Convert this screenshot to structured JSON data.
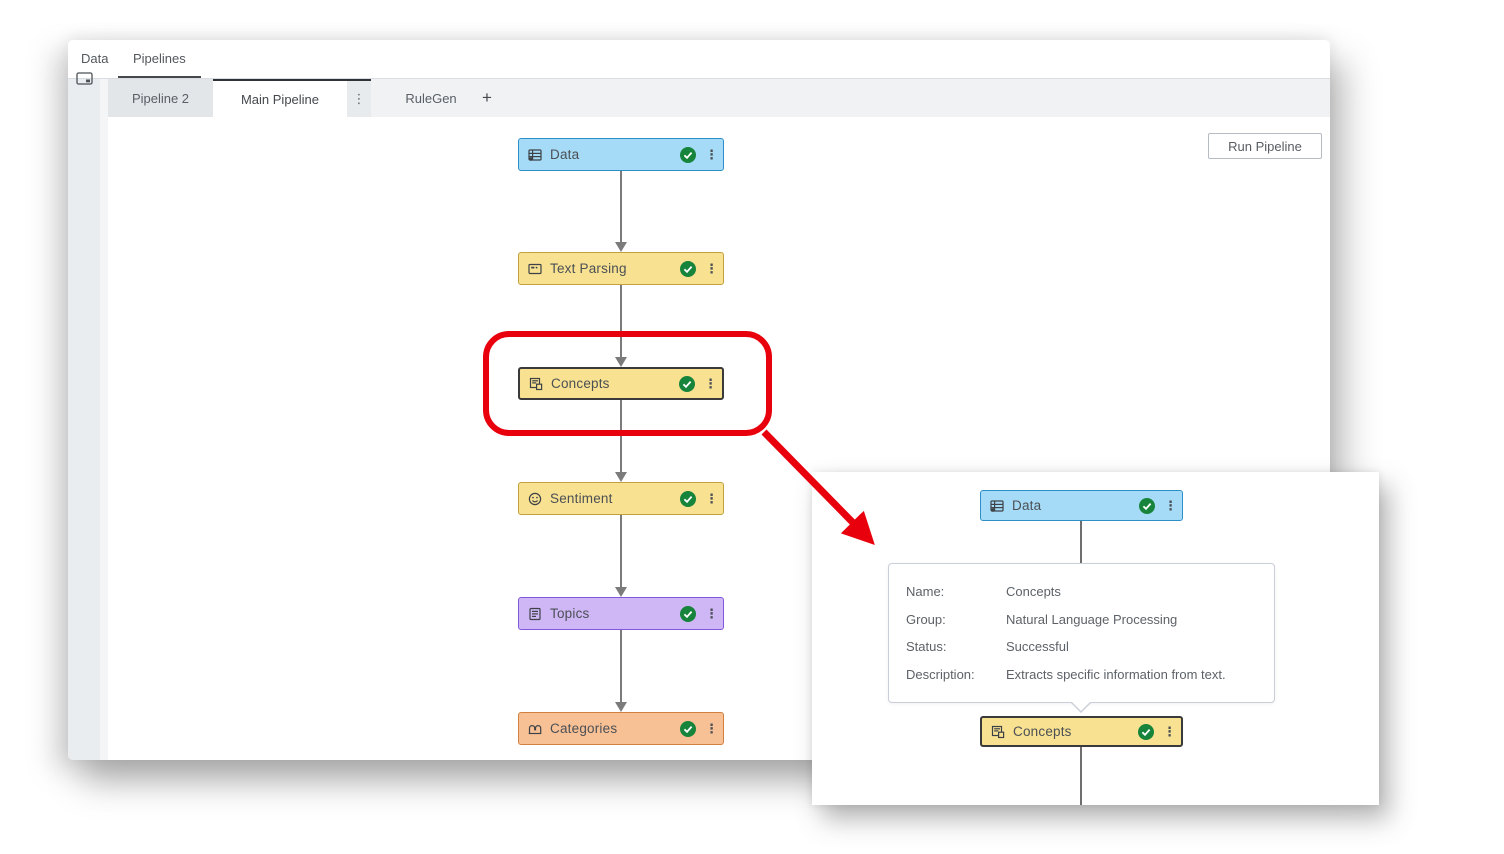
{
  "app": {
    "header_tabs": [
      {
        "label": "Data",
        "active": false
      },
      {
        "label": "Pipelines",
        "active": true
      }
    ],
    "pipeline_tabs": {
      "tabs": [
        {
          "label": "Pipeline 2",
          "active": false
        },
        {
          "label": "Main Pipeline",
          "active": true
        },
        {
          "label": "RuleGen",
          "active": false
        }
      ]
    },
    "run_button_label": "Run Pipeline"
  },
  "icons": {
    "kebab": "⋮",
    "plus": "+"
  },
  "colors": {
    "node_data_fill": "#A6DBF7",
    "node_data_border": "#2E8FC7",
    "node_yellow_fill": "#F8E191",
    "node_yellow_border": "#C2A13E",
    "node_topics_fill": "#CFB6F5",
    "node_topics_border": "#8158DC",
    "node_categories_fill": "#F8C095",
    "node_categories_border": "#D2803F",
    "status_success_green": "#17843C",
    "connector_gray": "#7B7B7B",
    "annotation_red": "#E8000D",
    "selected_border": "#3A3A3A"
  },
  "pipeline_nodes": [
    {
      "label": "Data",
      "icon": "data-icon",
      "status": "successful",
      "selected": false,
      "fill": "#A6DBF7",
      "border": "#2E8FC7"
    },
    {
      "label": "Text Parsing",
      "icon": "text-parsing-icon",
      "status": "successful",
      "selected": false,
      "fill": "#F8E191",
      "border": "#C2A13E"
    },
    {
      "label": "Concepts",
      "icon": "concepts-icon",
      "status": "successful",
      "selected": true,
      "fill": "#F8E191",
      "border": "#C2A13E"
    },
    {
      "label": "Sentiment",
      "icon": "sentiment-icon",
      "status": "successful",
      "selected": false,
      "fill": "#F8E191",
      "border": "#C2A13E"
    },
    {
      "label": "Topics",
      "icon": "topics-icon",
      "status": "successful",
      "selected": false,
      "fill": "#CFB6F5",
      "border": "#8158DC"
    },
    {
      "label": "Categories",
      "icon": "categories-icon",
      "status": "successful",
      "selected": false,
      "fill": "#F8C095",
      "border": "#D2803F"
    }
  ],
  "inset": {
    "nodes": [
      {
        "label": "Data",
        "icon": "data-icon",
        "status": "successful",
        "selected": false,
        "fill": "#A6DBF7",
        "border": "#2E8FC7"
      },
      {
        "label": "Concepts",
        "icon": "concepts-icon",
        "status": "successful",
        "selected": true,
        "fill": "#F8E191",
        "border": "#C2A13E"
      }
    ],
    "tooltip": {
      "rows": [
        {
          "label": "Name:",
          "value": "Concepts"
        },
        {
          "label": "Group:",
          "value": "Natural Language Processing"
        },
        {
          "label": "Status:",
          "value": "Successful"
        },
        {
          "label": "Description:",
          "value": "Extracts specific information from text."
        }
      ]
    }
  }
}
